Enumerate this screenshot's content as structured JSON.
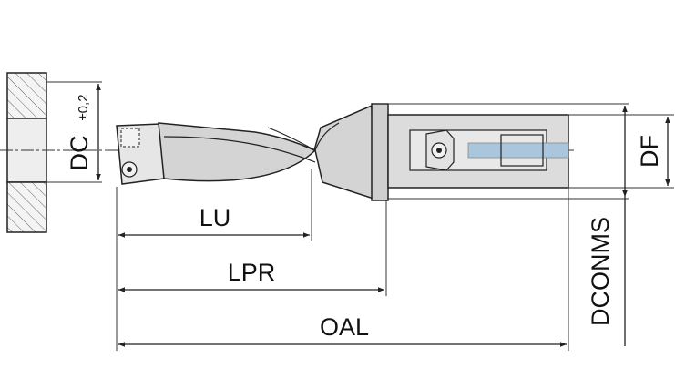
{
  "labels": {
    "dc": "DC",
    "dc_tolerance": "±0,2",
    "lu": "LU",
    "lpr": "LPR",
    "oal": "OAL",
    "df": "DF",
    "dconms": "DCONMS"
  },
  "colors": {
    "line": "#222222",
    "body_fill": "#d4d4d4",
    "shank_fill": "#dcdcdc",
    "coolant_channel": "#a9c6dd",
    "hatch": "#666666",
    "bore": "#eeeeee"
  }
}
